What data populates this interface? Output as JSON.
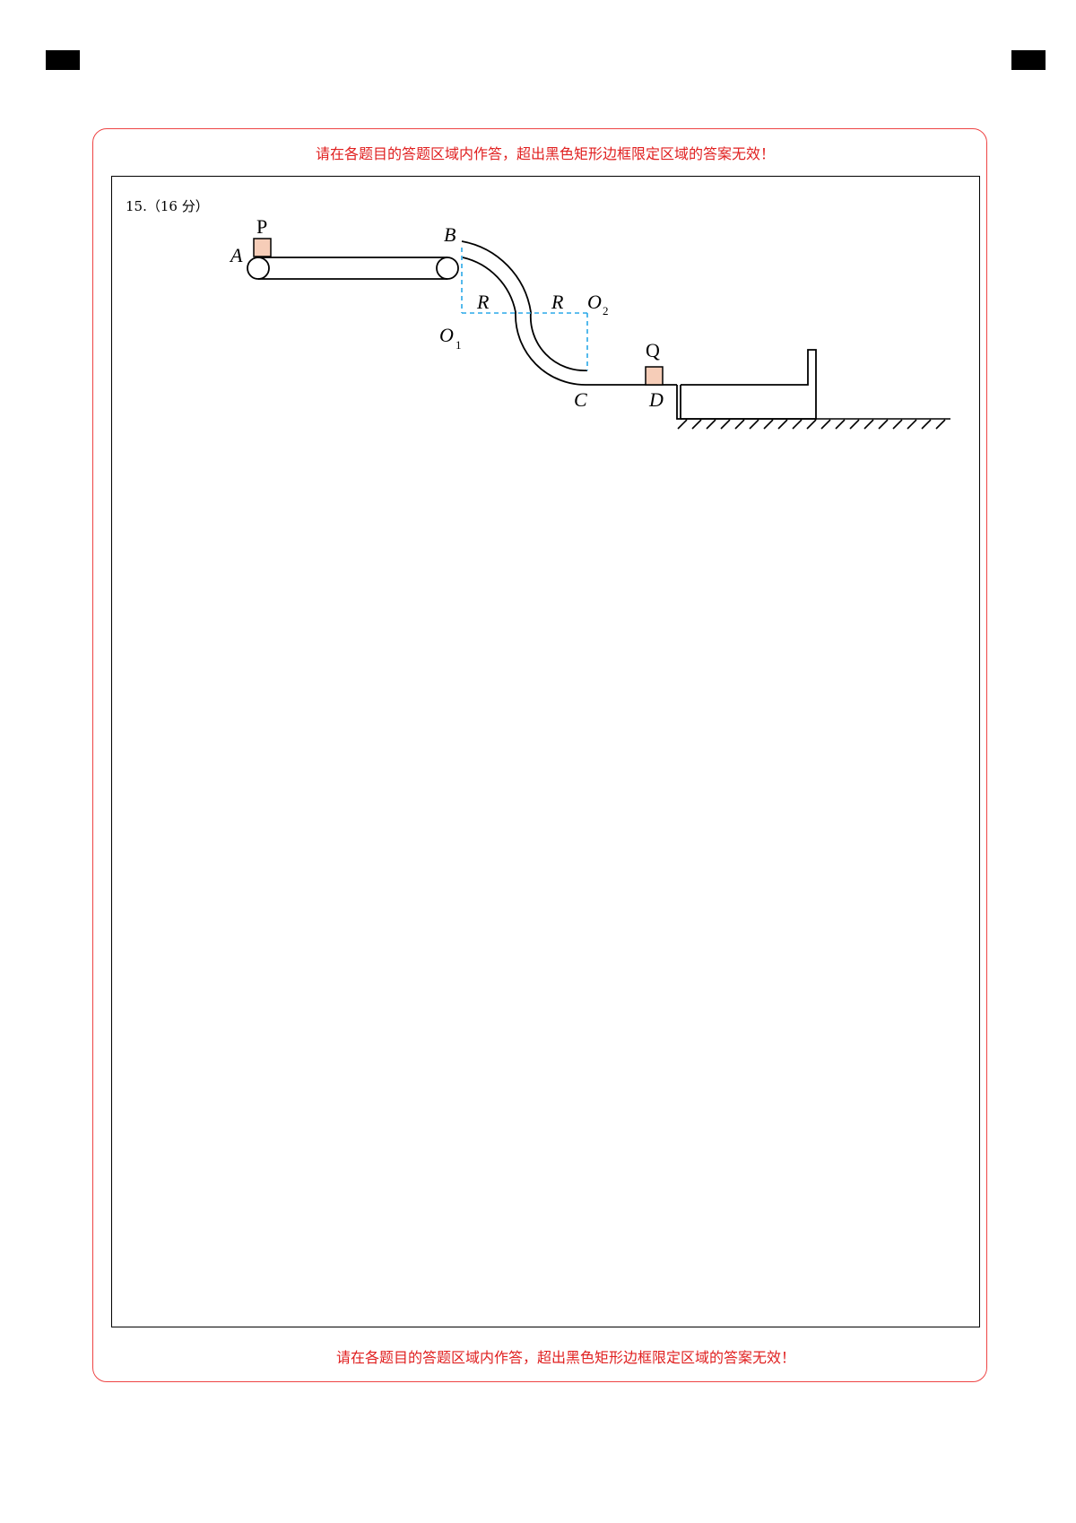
{
  "header": {
    "warning_top": "请在各题目的答题区域内作答，超出黑色矩形边框限定区域的答案无效！",
    "warning_bottom": "请在各题目的答题区域内作答，超出黑色矩形边框限定区域的答案无效！"
  },
  "question": {
    "number_label": "15.（16 分）"
  },
  "diagram": {
    "labels": {
      "P": "P",
      "A": "A",
      "B": "B",
      "R1": "R",
      "R2": "R",
      "O1_main": "O",
      "O1_sub": "1",
      "O2_main": "O",
      "O2_sub": "2",
      "Q": "Q",
      "C": "C",
      "D": "D"
    },
    "colors": {
      "block_fill": "#f6cdb8",
      "dashed_line": "#2aa8e8",
      "border_red": "#ee4444",
      "warning_text": "#e02020"
    }
  }
}
